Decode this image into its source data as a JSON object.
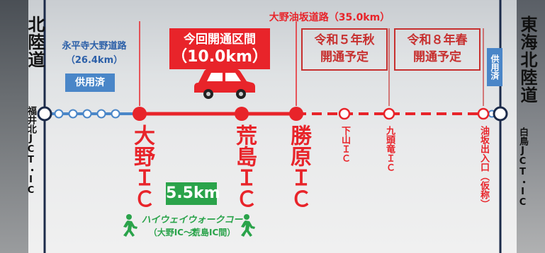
{
  "roads": {
    "left": "北陸道",
    "right": "東海北陸道"
  },
  "junctions": {
    "left": "福井北JCT・IC",
    "right": "白鳥JCT・IC"
  },
  "sections": {
    "eiheiji": {
      "name": "永平寺大野道路",
      "length": "（26.4km）",
      "status": "供用済"
    },
    "ono_aburasaka": {
      "name": "大野油坂道路（35.0km）"
    },
    "current": {
      "title": "今回開通区間",
      "length": "（10.0km）"
    },
    "fall_r5": {
      "line1": "令和５年秋",
      "line2": "開通予定"
    },
    "spring_r8": {
      "line1": "令和８年春",
      "line2": "開通予定"
    },
    "right_open": {
      "status": "供用済"
    }
  },
  "interchanges": {
    "ono": "大野ＩＣ",
    "arashima": "荒島ＩＣ",
    "katsuhara": "勝原ＩＣ",
    "shimoyama": "下山ＩＣ",
    "kuzuryu": "九頭竜ＩＣ",
    "aburasaka": "油坂出入口（仮称）"
  },
  "walk": {
    "distance": "5.5km",
    "title": "ハイウェイウォークコース",
    "sub": "（大野IC～荒島IC間）"
  },
  "icons": {
    "car": "car-icon",
    "walker": "walker-icon"
  },
  "colors": {
    "open_line": "#4a86c8",
    "new_line": "#e8242a",
    "planned_line": "#e8242a",
    "walk": "#2aa34a"
  }
}
